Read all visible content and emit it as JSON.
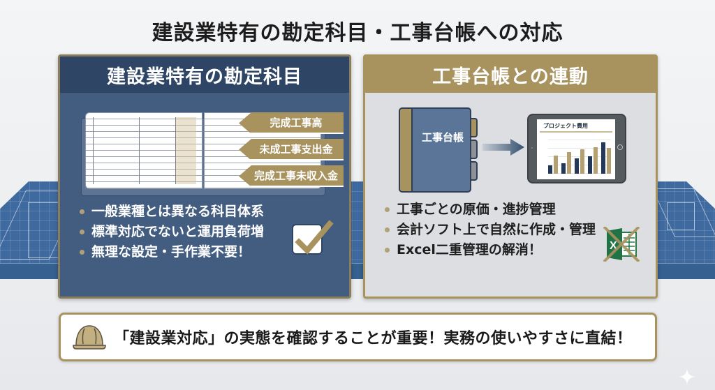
{
  "title": "建設業特有の勘定科目・工事台帳への対応",
  "left_panel": {
    "heading": "建設業特有の勘定科目",
    "ledger_tags": [
      "完成工事高",
      "未成工事支出金",
      "完成工事未収入金"
    ],
    "bullets": [
      "一般業種とは異なる科目体系",
      "標準対応でないと運用負荷増",
      "無理な設定・手作業不要！"
    ],
    "icon": "checkbox-check-icon"
  },
  "right_panel": {
    "heading": "工事台帳との連動",
    "binder_label": "工事台帳",
    "tablet_chart_title": "プロジェクト費用",
    "bullets": [
      "工事ごとの原価・進捗管理",
      "会計ソフト上で自然に作成・管理",
      "Excel二重管理の解消！"
    ],
    "icon": "excel-crossed-out-icon"
  },
  "callout": {
    "icon": "hard-hat-icon",
    "text": "「建設業対応」の実態を確認することが重要！実務の使いやすさに直結！"
  },
  "colors": {
    "navy": "#2e4566",
    "navy_panel": "#435d80",
    "gold": "#a8935f",
    "light_panel": "#dcdee1",
    "blueprint": "#3f6aa0"
  },
  "chart_data": {
    "type": "bar",
    "title": "プロジェクト費用",
    "note": "Decorative tablet mini-chart; axis tick labels are illegible, heights are relative estimates (0-100 scale).",
    "categories": [
      "1",
      "2",
      "3",
      "4",
      "5"
    ],
    "series": [
      {
        "name": "navy",
        "color": "#24395a",
        "values": [
          22,
          27,
          40,
          44,
          80
        ]
      },
      {
        "name": "gold",
        "color": "#b4a070",
        "values": [
          46,
          55,
          63,
          68,
          66
        ]
      }
    ],
    "ylim": [
      0,
      100
    ],
    "grid": true
  }
}
